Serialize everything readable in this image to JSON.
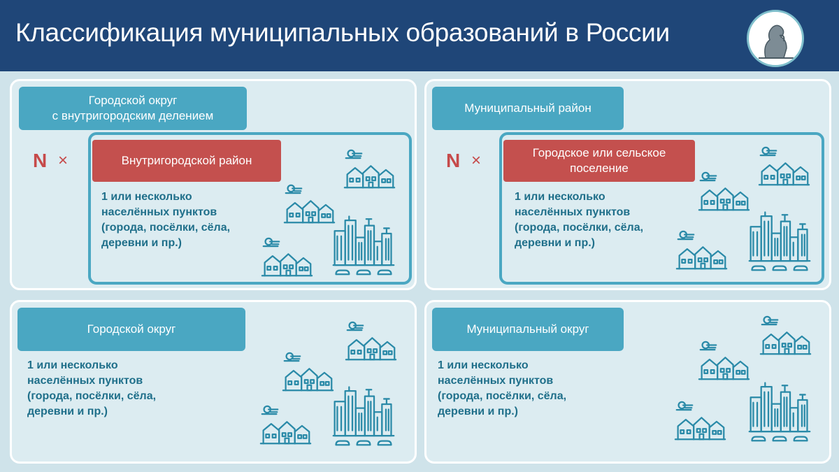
{
  "header": {
    "title": "Классификация муниципальных образований в России"
  },
  "panels": {
    "p1": {
      "label_lines": [
        "Городской округ",
        "с внутригородским делением"
      ],
      "multiplier": "N",
      "times": "×",
      "subunit": "Внутригородской район",
      "desc_lines": [
        "1 или несколько",
        "населённых пунктов",
        "(города, посёлки, сёла,",
        "деревни и пр.)"
      ]
    },
    "p2": {
      "label": "Муниципальный район",
      "multiplier": "N",
      "times": "×",
      "subunit_lines": [
        "Городское или сельское",
        "поселение"
      ],
      "desc_lines": [
        "1 или несколько",
        "населённых пунктов",
        "(города, посёлки, сёла,",
        "деревни и пр.)"
      ]
    },
    "p3": {
      "label": "Городской округ",
      "desc_lines": [
        "1 или несколько",
        "населённых пунктов",
        "(города, посёлки, сёла,",
        "деревни и пр.)"
      ]
    },
    "p4": {
      "label": "Муниципальный округ",
      "desc_lines": [
        "1 или несколько",
        "населённых пунктов",
        "(города, посёлки, сёла,",
        "деревни и пр.)"
      ]
    }
  },
  "colors": {
    "header_bg": "#1f4678",
    "label_bg": "#4aa7c2",
    "accent_red": "#c4504e",
    "text_teal": "#1f6f8a",
    "panel_bg": "#dcecf1"
  },
  "icons": [
    "village-icon",
    "city-icon",
    "thinker-logo"
  ]
}
